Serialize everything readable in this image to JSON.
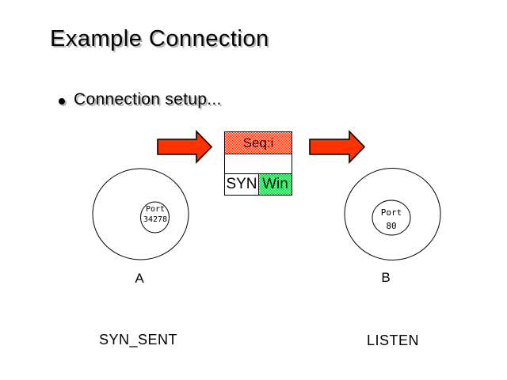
{
  "slide": {
    "title": "Example Connection",
    "bullet": "Connection setup..."
  },
  "packet": {
    "seq_label": "Seq:i",
    "syn_label": "SYN",
    "win_label": "Win"
  },
  "hosts": {
    "a": {
      "label": "A",
      "state": "SYN_SENT",
      "port_line1": "Port",
      "port_line2": "34278"
    },
    "b": {
      "label": "B",
      "state": "LISTEN",
      "port_line1": "Port",
      "port_line2": "80"
    }
  },
  "icons": {
    "arrows": "right-block-arrow"
  },
  "colors": {
    "background": "#ffffff",
    "text": "#000000",
    "shadow": "#b5b5b5",
    "arrow_fill": "#ff3300",
    "arrow_outline": "#000000",
    "seq_checker": "#ff2200",
    "win_checker": "#00cc33"
  }
}
